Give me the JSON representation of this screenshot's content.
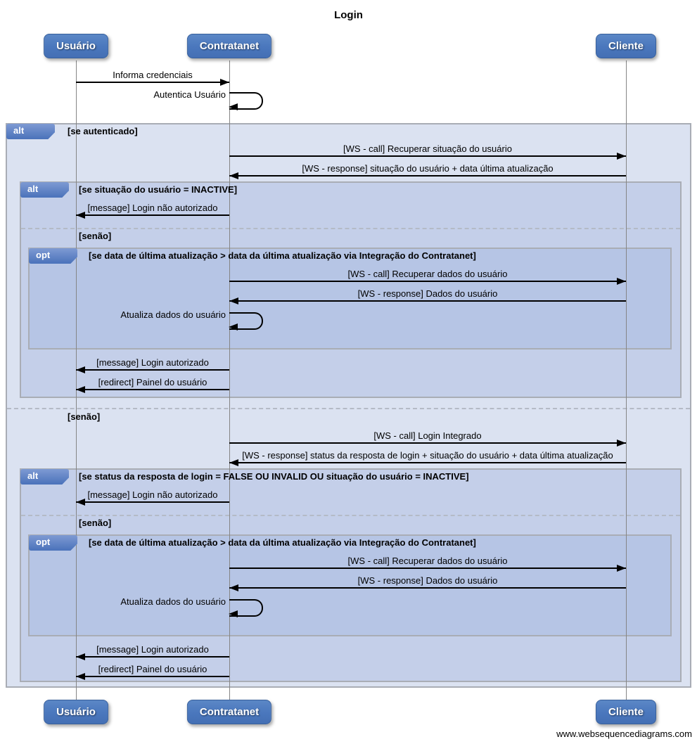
{
  "diagram": {
    "title": "Login",
    "watermark": "www.websequencediagrams.com"
  },
  "actors": [
    {
      "label": "Usuário"
    },
    {
      "label": "Contratanet"
    },
    {
      "label": "Cliente"
    }
  ],
  "fragments": [
    {
      "operator": "alt",
      "guard": "[se autenticado]",
      "else_guard": "[senão]"
    },
    {
      "operator": "alt",
      "guard": "[se situação do usuário = INACTIVE]",
      "else_guard": "[senão]"
    },
    {
      "operator": "opt",
      "guard": "[se data de última atualização > data da última atualização via Integração do Contratanet]"
    },
    {
      "operator": "alt",
      "guard": "[se status da resposta de login = FALSE OU INVALID OU situação do usuário = INACTIVE]",
      "else_guard": "[senão]"
    },
    {
      "operator": "opt",
      "guard": "[se data de última atualização > data da última atualização via Integração do Contratanet]"
    }
  ],
  "messages": [
    {
      "label": "Informa credenciais",
      "from": "Usuário",
      "to": "Contratanet"
    },
    {
      "label": "Autentica Usuário",
      "from": "Contratanet",
      "to": "Contratanet"
    },
    {
      "label": "[WS - call] Recuperar situação do usuário",
      "from": "Contratanet",
      "to": "Cliente"
    },
    {
      "label": "[WS - response] situação do usuário + data última atualização",
      "from": "Cliente",
      "to": "Contratanet"
    },
    {
      "label": "[message] Login não autorizado",
      "from": "Contratanet",
      "to": "Usuário"
    },
    {
      "label": "[WS - call] Recuperar dados do usuário",
      "from": "Contratanet",
      "to": "Cliente"
    },
    {
      "label": "[WS - response] Dados do usuário",
      "from": "Cliente",
      "to": "Contratanet"
    },
    {
      "label": "Atualiza dados do usuário",
      "from": "Contratanet",
      "to": "Contratanet"
    },
    {
      "label": "[message] Login autorizado",
      "from": "Contratanet",
      "to": "Usuário"
    },
    {
      "label": "[redirect] Painel do usuário",
      "from": "Contratanet",
      "to": "Usuário"
    },
    {
      "label": "[WS - call] Login Integrado",
      "from": "Contratanet",
      "to": "Cliente"
    },
    {
      "label": "[WS - response] status da resposta de login + situação do usuário + data última atualização",
      "from": "Cliente",
      "to": "Contratanet"
    },
    {
      "label": "[message] Login não autorizado",
      "from": "Contratanet",
      "to": "Usuário"
    },
    {
      "label": "[WS - call] Recuperar dados do usuário",
      "from": "Contratanet",
      "to": "Cliente"
    },
    {
      "label": "[WS - response] Dados do usuário",
      "from": "Cliente",
      "to": "Contratanet"
    },
    {
      "label": "Atualiza dados do usuário",
      "from": "Contratanet",
      "to": "Contratanet"
    },
    {
      "label": "[message] Login autorizado",
      "from": "Contratanet",
      "to": "Usuário"
    },
    {
      "label": "[redirect] Painel do usuário",
      "from": "Contratanet",
      "to": "Usuário"
    }
  ],
  "colors": {
    "actor_fill": "#4a77bd",
    "actor_border": "#39619c",
    "fragment_outer_bg": "#dbe2f1",
    "fragment_nested_bg": "#c4cfe9",
    "fragment_opt_bg": "#b6c5e5",
    "frame_border": "#a9adb5",
    "lifeline": "#858585",
    "message_line": "#000000"
  }
}
